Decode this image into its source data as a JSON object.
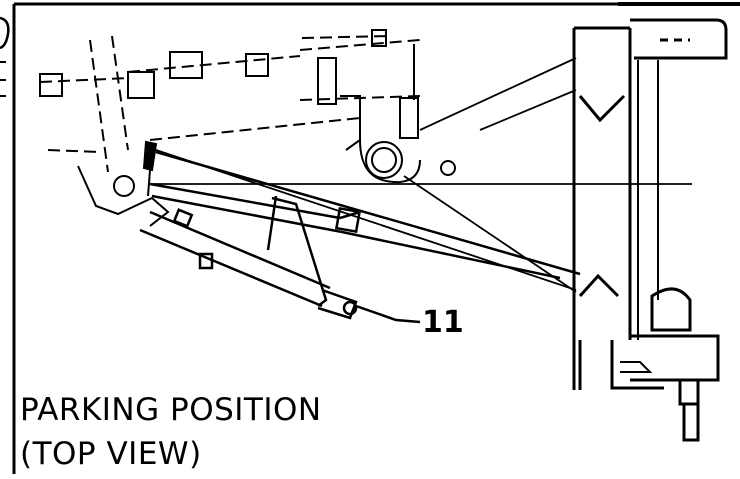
{
  "diagram": {
    "callout_label": "11",
    "caption_line1": "PARKING POSITION",
    "caption_line2": "(TOP VIEW)",
    "stroke_color": "#000000",
    "background_color": "#ffffff"
  }
}
